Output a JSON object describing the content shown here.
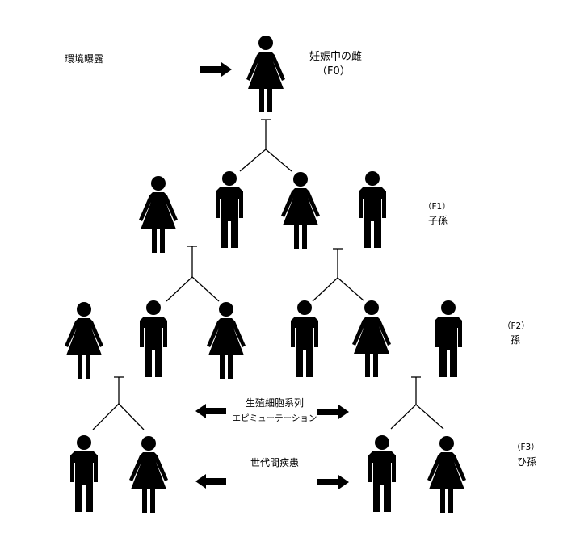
{
  "labels": {
    "exposure": "環境曝露",
    "f0_title": "妊娠中の雌",
    "f0_gen": "（F0）",
    "f1_gen": "（F1）",
    "f1_name": "子孫",
    "f2_gen": "（F2）",
    "f2_name": "孫",
    "f3_gen": "（F3）",
    "f3_name": "ひ孫",
    "germline": "生殖細胞系列",
    "epimutation": "エピミューテーション",
    "disease": "世代間疾患"
  },
  "colors": {
    "figure": "#000000",
    "background": "#ffffff"
  },
  "people": [
    {
      "id": "f0",
      "gen": "F0",
      "sex": "female"
    },
    {
      "id": "f1a",
      "gen": "F1",
      "sex": "female"
    },
    {
      "id": "f1b",
      "gen": "F1",
      "sex": "male"
    },
    {
      "id": "f1c",
      "gen": "F1",
      "sex": "female"
    },
    {
      "id": "f1d",
      "gen": "F1",
      "sex": "male"
    },
    {
      "id": "f2a",
      "gen": "F2",
      "sex": "female"
    },
    {
      "id": "f2b",
      "gen": "F2",
      "sex": "male"
    },
    {
      "id": "f2c",
      "gen": "F2",
      "sex": "female"
    },
    {
      "id": "f2d",
      "gen": "F2",
      "sex": "male"
    },
    {
      "id": "f2e",
      "gen": "F2",
      "sex": "female"
    },
    {
      "id": "f2f",
      "gen": "F2",
      "sex": "male"
    },
    {
      "id": "f3a",
      "gen": "F3",
      "sex": "male"
    },
    {
      "id": "f3b",
      "gen": "F3",
      "sex": "female"
    },
    {
      "id": "f3c",
      "gen": "F3",
      "sex": "male"
    },
    {
      "id": "f3d",
      "gen": "F3",
      "sex": "female"
    }
  ],
  "lineage": [
    {
      "from": "f0",
      "to": [
        "f1b",
        "f1c"
      ]
    },
    {
      "from": "f1b",
      "to": [
        "f2b",
        "f2c"
      ]
    },
    {
      "from": "f1c",
      "to": [
        "f2d",
        "f2e"
      ]
    },
    {
      "from": "f2b",
      "to": [
        "f3a",
        "f3b"
      ]
    },
    {
      "from": "f2e",
      "to": [
        "f3c",
        "f3d"
      ]
    }
  ],
  "arrows": [
    {
      "id": "exposure-arrow",
      "direction": "right"
    },
    {
      "id": "germline-left-arrow",
      "direction": "left"
    },
    {
      "id": "germline-right-arrow",
      "direction": "right"
    },
    {
      "id": "disease-left-arrow",
      "direction": "left"
    },
    {
      "id": "disease-right-arrow",
      "direction": "right"
    }
  ]
}
